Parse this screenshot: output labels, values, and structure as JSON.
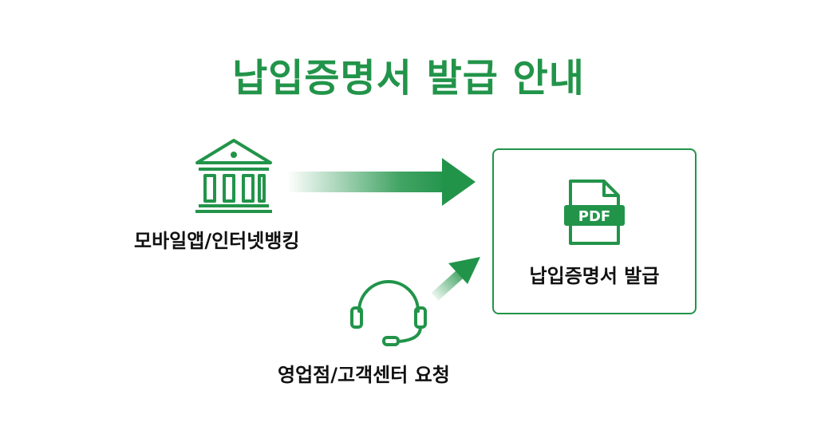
{
  "title": "납입증명서 발급 안내",
  "channels": {
    "mobile": {
      "label": "모바일앱/인터넷뱅킹",
      "icon": "bank-icon"
    },
    "branch": {
      "label": "영업점/고객센터 요청",
      "icon": "headset-icon"
    }
  },
  "result": {
    "label": "납입증명서 발급",
    "icon": "pdf-file-icon",
    "badge": "PDF"
  },
  "colors": {
    "accent": "#22944a",
    "text": "#111111"
  }
}
